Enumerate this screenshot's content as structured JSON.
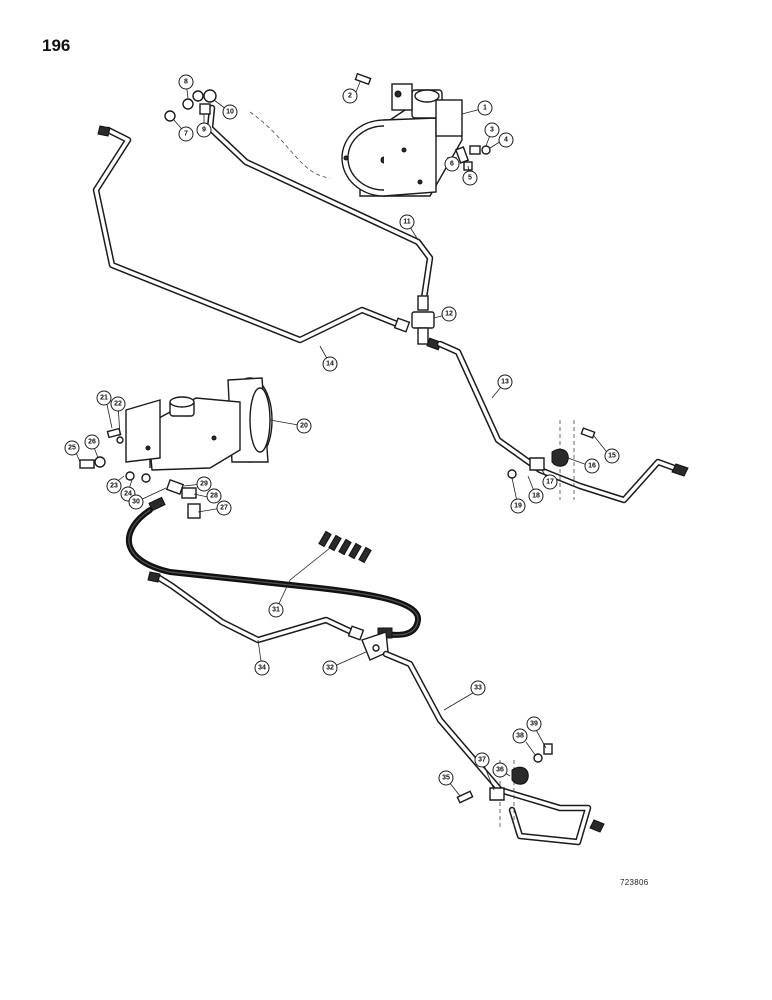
{
  "page_number": "196",
  "drawing_code": "723806",
  "callouts": {
    "c1": "1",
    "c2": "2",
    "c3": "3",
    "c4": "4",
    "c5": "5",
    "c6": "6",
    "c7": "7",
    "c8": "8",
    "c9": "9",
    "c10": "10",
    "c11": "11",
    "c12": "12",
    "c13": "13",
    "c14": "14",
    "c15": "15",
    "c16": "16",
    "c17": "17",
    "c18": "18",
    "c19": "19",
    "c20": "20",
    "c21": "21",
    "c22": "22",
    "c23": "23",
    "c24": "24",
    "c25": "25",
    "c26": "26",
    "c27": "27",
    "c28": "28",
    "c29": "29",
    "c30": "30",
    "c31": "31",
    "c32": "32",
    "c33": "33",
    "c34": "34",
    "c35": "35",
    "c36": "36",
    "c37": "37",
    "c38": "38",
    "c39": "39"
  }
}
